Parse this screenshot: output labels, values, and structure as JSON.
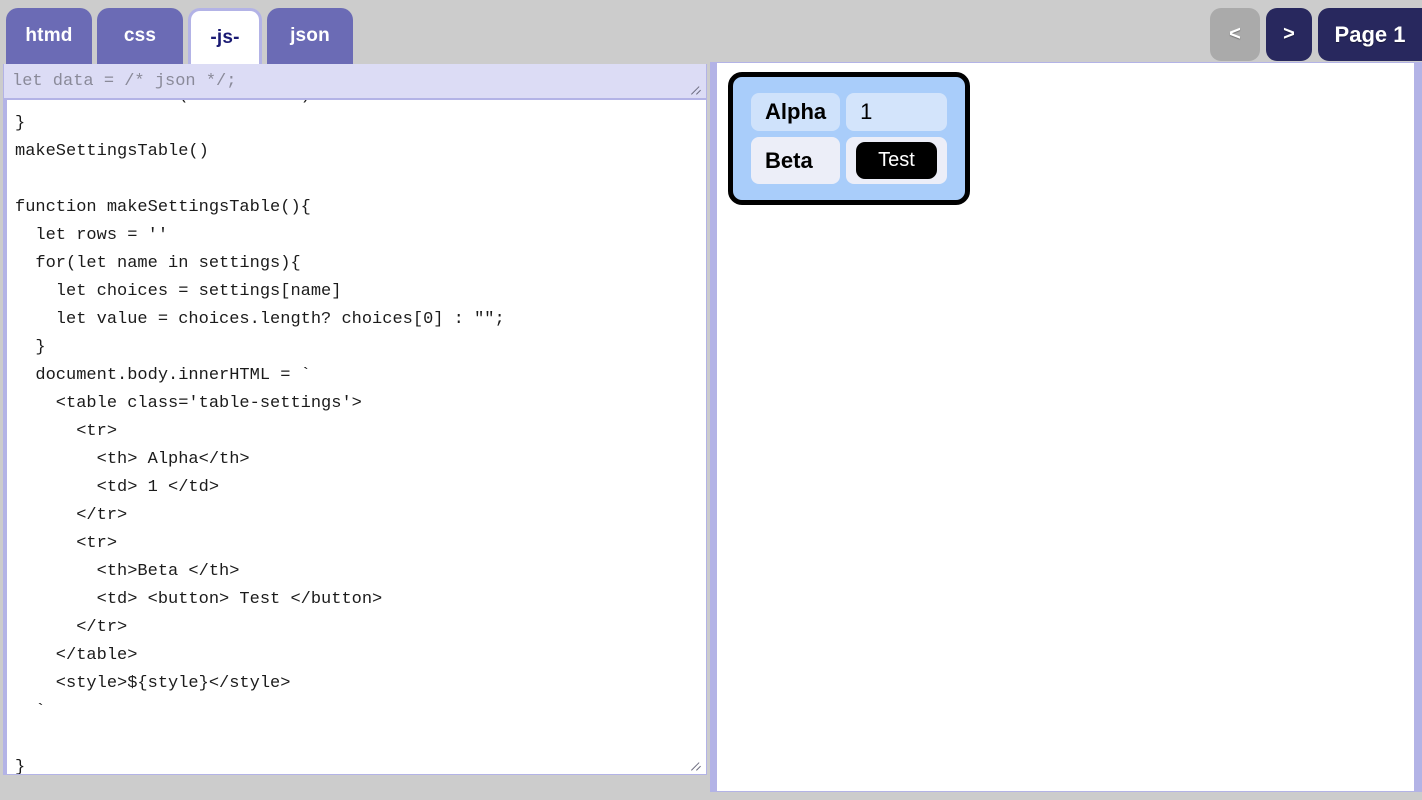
{
  "tabs": [
    {
      "label": "htmd",
      "active": false
    },
    {
      "label": "css",
      "active": false
    },
    {
      "label": "-js-",
      "active": true
    },
    {
      "label": "json",
      "active": false
    }
  ],
  "pager": {
    "prev_label": "<",
    "next_label": ">",
    "page_label": "Page 1"
  },
  "editor": {
    "header_text": "let data = /* json */;",
    "code": "  'beta' : words('a b c d e')\n}\nmakeSettingsTable()\n\nfunction makeSettingsTable(){\n  let rows = ''\n  for(let name in settings){\n    let choices = settings[name]\n    let value = choices.length? choices[0] : \"\";\n  }\n  document.body.innerHTML = `\n    <table class='table-settings'>\n      <tr>\n        <th> Alpha</th>\n        <td> 1 </td>\n      </tr>\n      <tr>\n        <th>Beta </th>\n        <td> <button> Test </button>\n      </tr>\n    </table>\n    <style>${style}</style>\n  `\n\n}"
  },
  "preview": {
    "table": {
      "rows": [
        {
          "header": "Alpha",
          "value": "1",
          "value_type": "text"
        },
        {
          "header": "Beta",
          "value": "Test",
          "value_type": "button"
        }
      ]
    }
  },
  "colors": {
    "page_background": "#cccccc",
    "tab_inactive": "#6b6bb5",
    "tab_active_text": "#1a1a73",
    "pager_active": "#28285e",
    "pager_disabled": "#aaaaaa",
    "panel_border": "#b3b3e6",
    "editor_header_bg": "#dcdcf5",
    "table_container": "#a9cdfa",
    "table_cell_row0": "#cfe2fb",
    "table_cell_row1": "#eceef8",
    "button_bg": "#000000"
  }
}
